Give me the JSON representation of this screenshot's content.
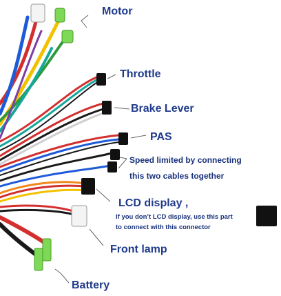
{
  "labels": {
    "motor": "Motor",
    "throttle": "Throttle",
    "brake_lever": "Brake Lever",
    "pas": "PAS",
    "speed_line1": "Speed limited by connecting",
    "speed_line2": "this two cables together",
    "lcd_display": "LCD display ,",
    "lcd_note_line1": "If you don’t  LCD display,  use this part",
    "lcd_note_line2": "to connect with this connector",
    "front_lamp": "Front lamp",
    "battery": "Battery"
  },
  "colors": {
    "label_text": "#1f3a8a",
    "wire_red": "#d32f2f",
    "wire_blue": "#1e5bd8",
    "wire_yellow": "#f2c200",
    "wire_green": "#2e9a3a",
    "wire_teal": "#16a79b",
    "wire_black": "#1a1a1a",
    "wire_white": "#e8e8e8",
    "wire_orange": "#f08a1c",
    "wire_purple": "#7b3fa6",
    "connector_green": "#7ed957",
    "connector_black": "#111111",
    "connector_white": "#f4f4f4"
  }
}
